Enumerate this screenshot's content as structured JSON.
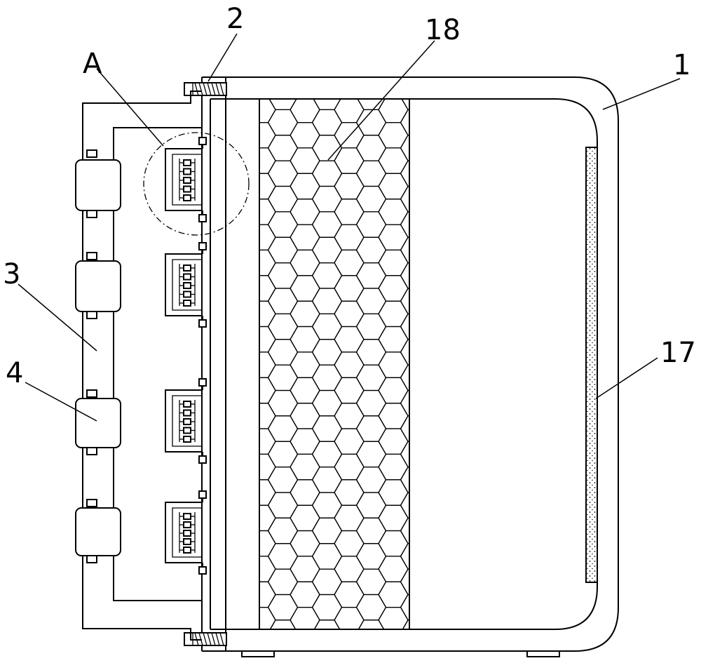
{
  "colors": {
    "line": "#000000",
    "background": "#ffffff"
  },
  "labels": {
    "housing": "1",
    "bolt": "2",
    "pipe": "3",
    "coupling": "4",
    "detail": "A",
    "strip": "17",
    "honeycomb": "18"
  }
}
